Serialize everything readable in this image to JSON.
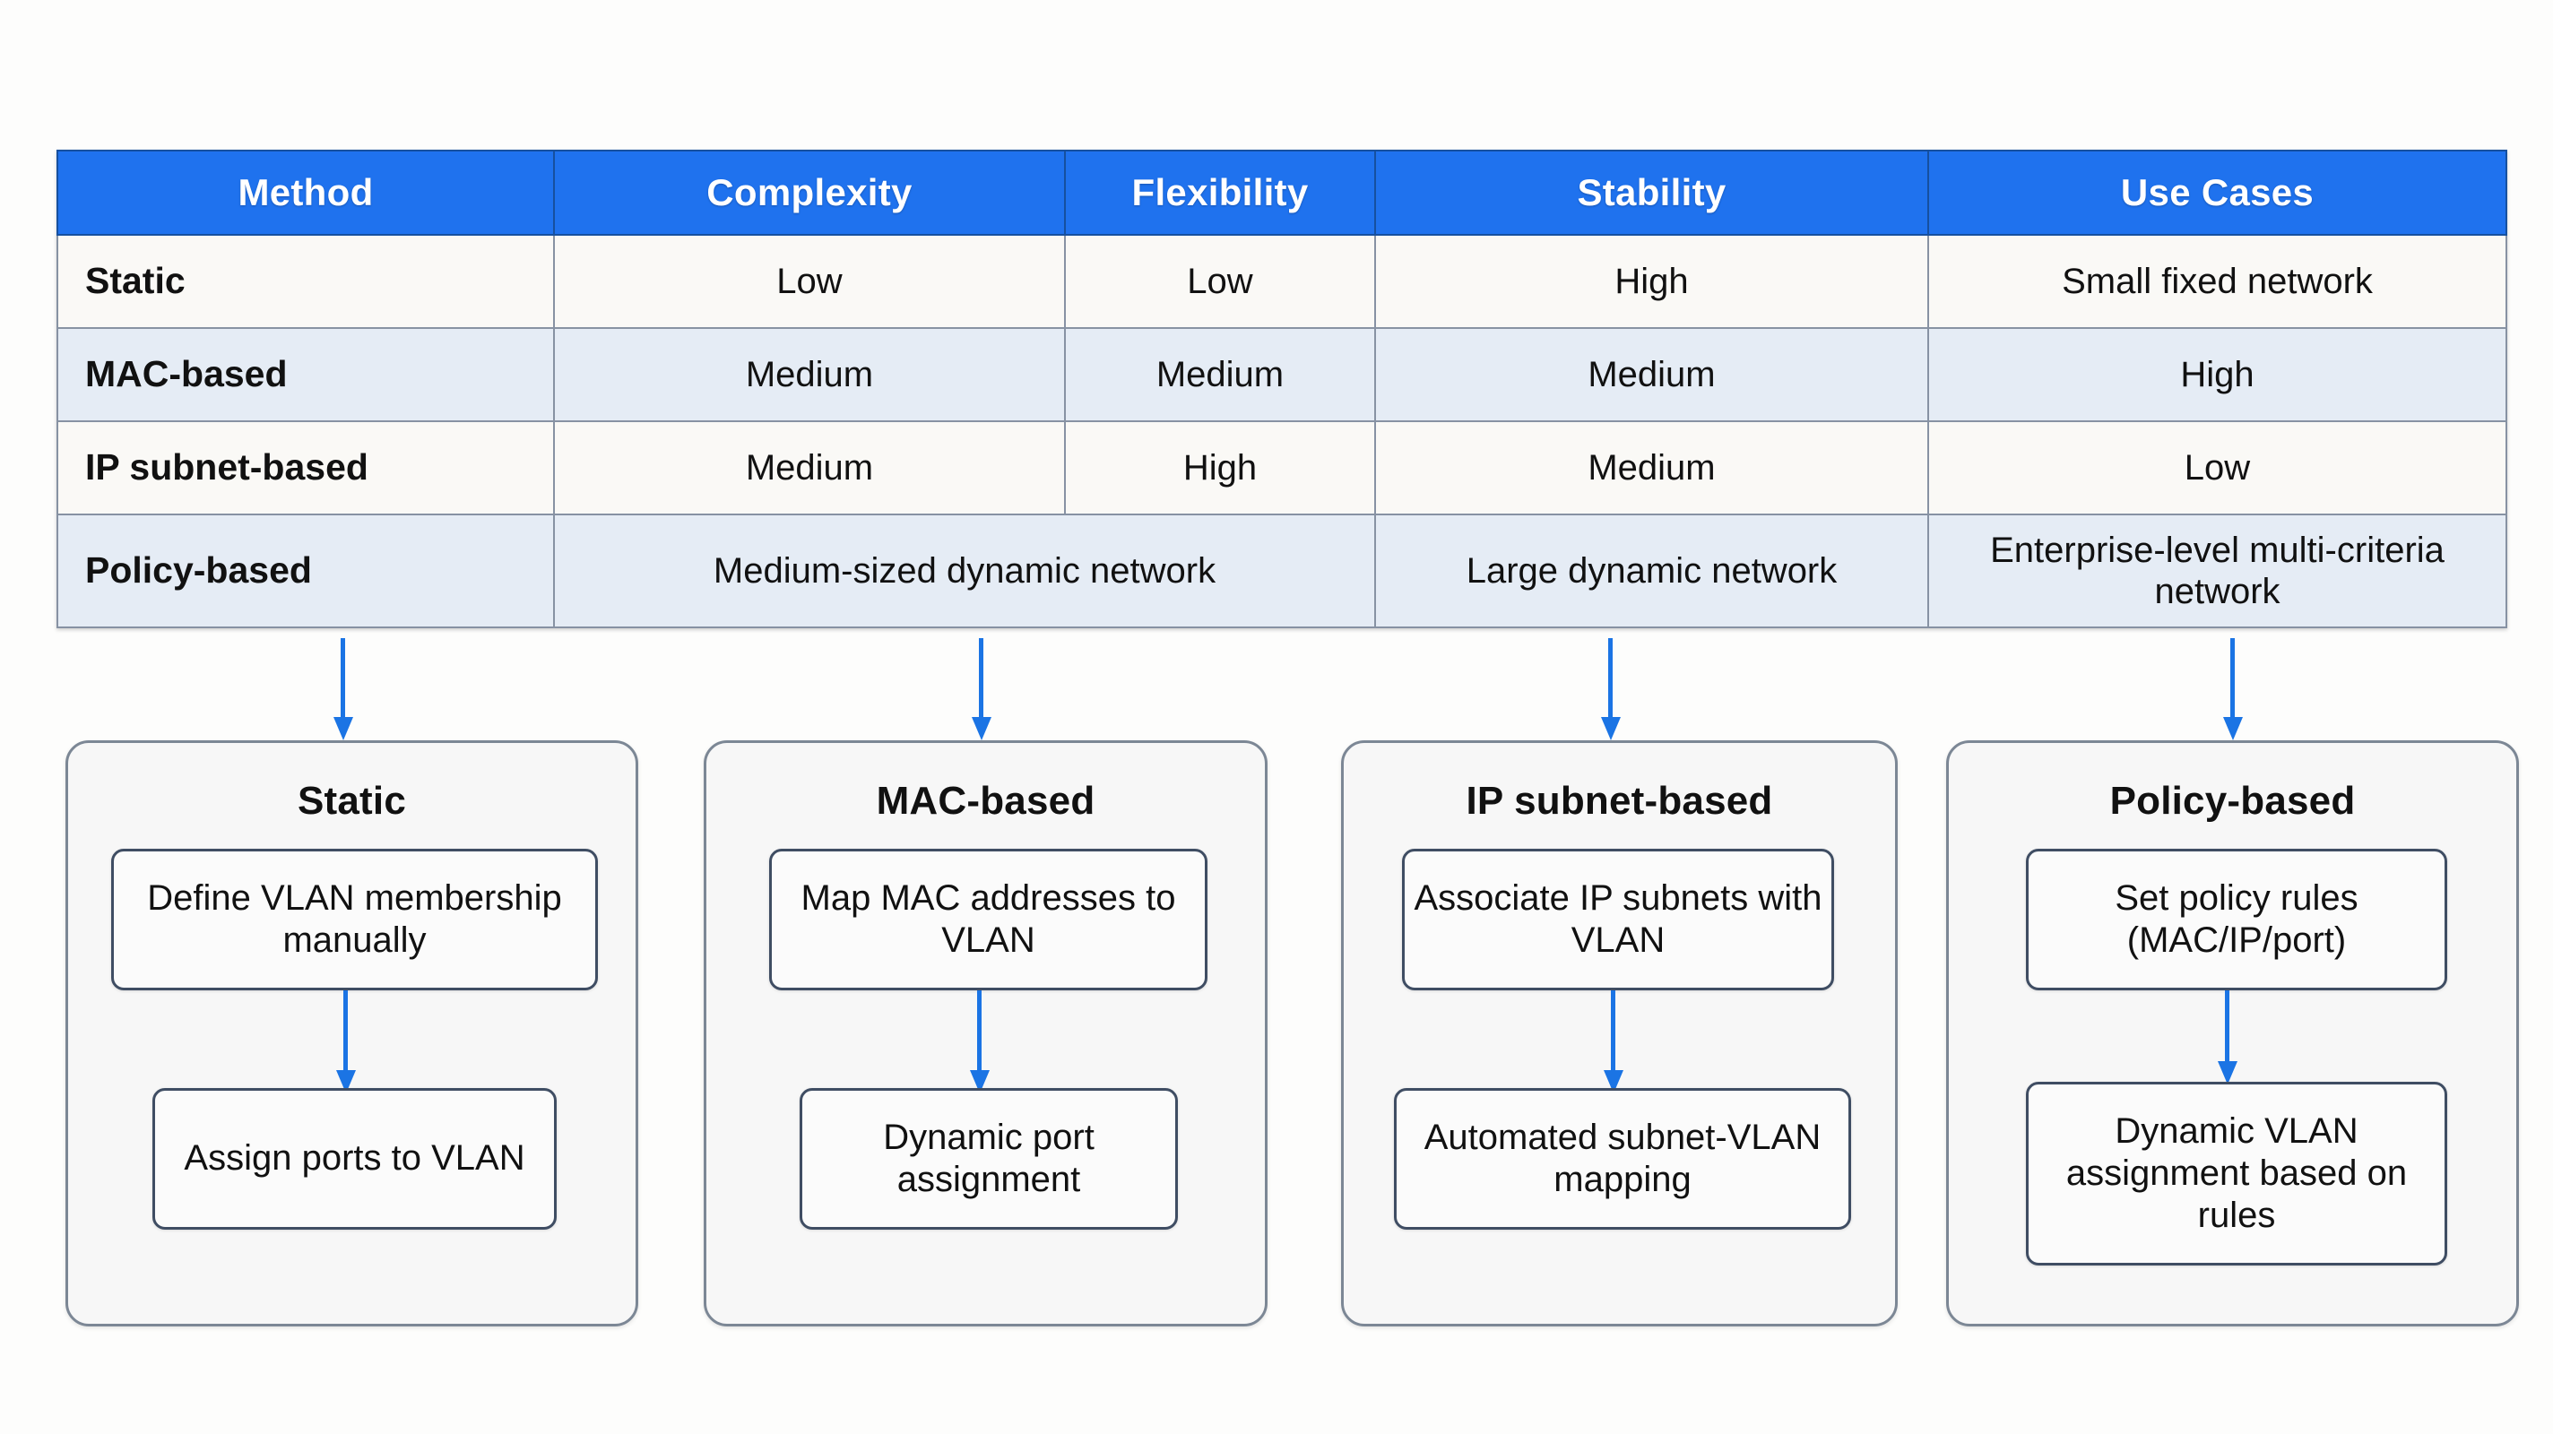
{
  "theme": {
    "header_blue": "#1f72ee",
    "arrow_blue": "#1b74e4",
    "row_stripe_light": "#faf9f6",
    "row_stripe_blue": "#e5ecf5",
    "panel_bg": "#f7f7f7",
    "page_bg": "#fdfdfc"
  },
  "table": {
    "headers": [
      "Method",
      "Complexity",
      "Flexibility",
      "Stability",
      "Use Cases"
    ],
    "rows": [
      {
        "method": "Static",
        "complexity": "Low",
        "flexibility": "Low",
        "stability": "High",
        "use_cases": "Small fixed network"
      },
      {
        "method": "MAC-based",
        "complexity": "Medium",
        "flexibility": "Medium",
        "stability": "Medium",
        "use_cases": "High"
      },
      {
        "method": "IP subnet-based",
        "complexity": "Medium",
        "flexibility": "High",
        "stability": "Medium",
        "use_cases": "Low"
      },
      {
        "method": "Policy-based",
        "complexity_flexibility_merged": "Medium-sized dynamic network",
        "stability": "Large dynamic network",
        "use_cases": "Enterprise-level multi-criteria network"
      }
    ]
  },
  "panels": [
    {
      "title": "Static",
      "step1": "Define VLAN membership manually",
      "step2": "Assign ports to VLAN"
    },
    {
      "title": "MAC-based",
      "step1": "Map MAC addresses to VLAN",
      "step2": "Dynamic port assignment"
    },
    {
      "title": "IP subnet-based",
      "step1": "Associate IP subnets with VLAN",
      "step2": "Automated subnet-VLAN mapping"
    },
    {
      "title": "Policy-based",
      "step1": "Set policy rules (MAC/IP/port)",
      "step2": "Dynamic VLAN assignment based on rules"
    }
  ]
}
